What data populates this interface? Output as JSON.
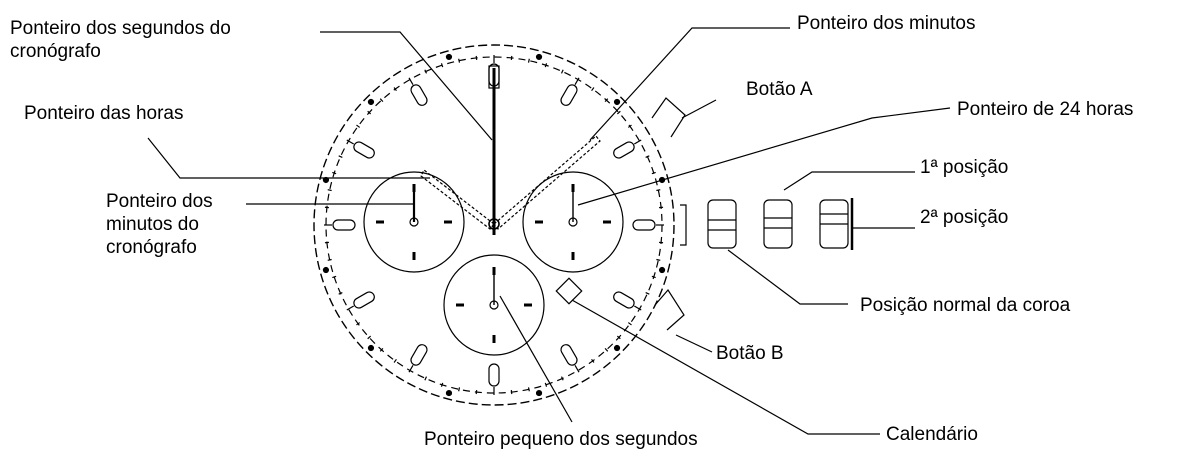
{
  "labels": {
    "chrono_seconds_line1": "Ponteiro dos segundos do",
    "chrono_seconds_line2": "cronógrafo",
    "minute_hand": "Ponteiro dos minutos",
    "button_a": "Botão A",
    "hour_hand": "Ponteiro das horas",
    "hand_24h": "Ponteiro de 24 horas",
    "chrono_minutes_line1": "Ponteiro dos",
    "chrono_minutes_line2": "minutos do",
    "chrono_minutes_line3": "cronógrafo",
    "position_1": "1ª posição",
    "position_2": "2ª posição",
    "crown_normal": "Posição normal da coroa",
    "button_b": "Botão B",
    "calendar": "Calendário",
    "small_seconds": "Ponteiro pequeno dos segundos"
  },
  "colors": {
    "ink": "#000000",
    "background": "#ffffff"
  }
}
